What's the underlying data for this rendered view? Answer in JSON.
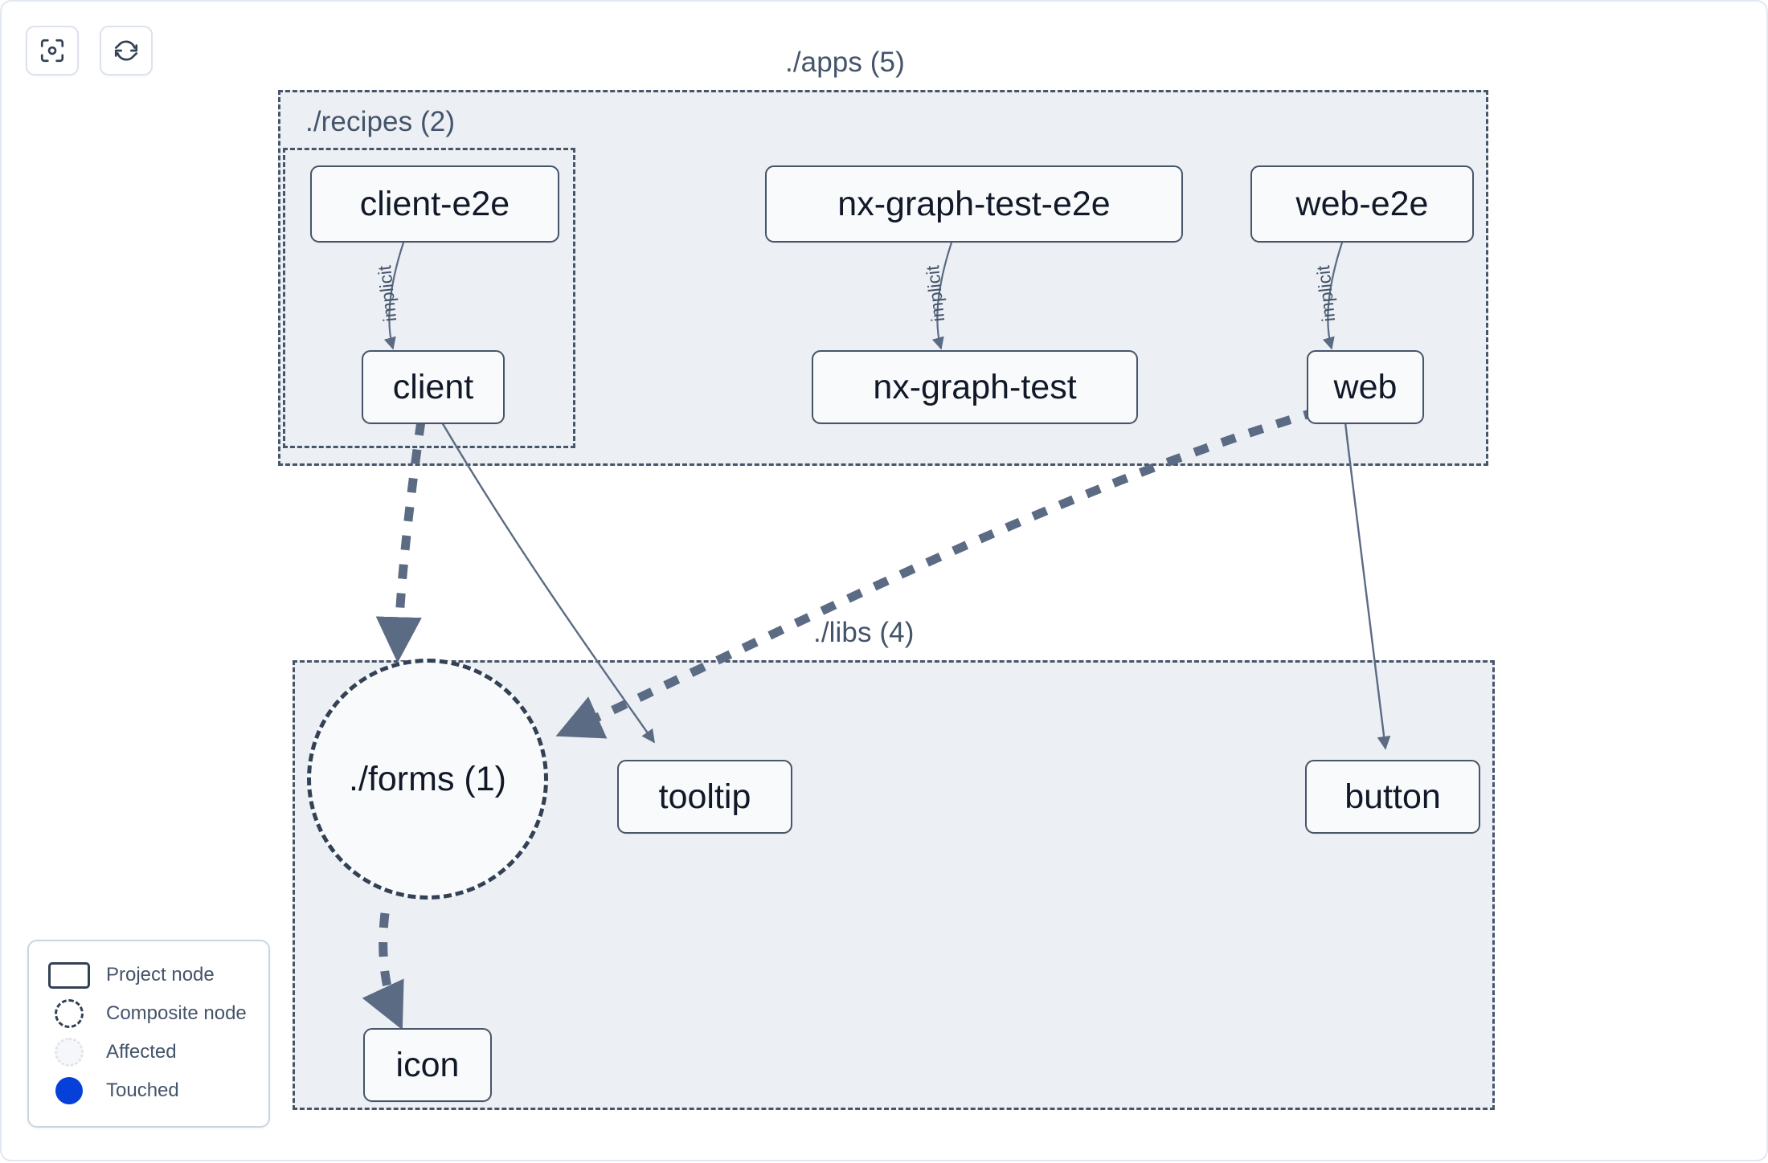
{
  "toolbar": {
    "buttons": [
      {
        "name": "focus-graph-button",
        "icon": "focus-target-icon",
        "title": "Focus graph"
      },
      {
        "name": "refresh-graph-button",
        "icon": "refresh-icon",
        "title": "Refresh graph"
      }
    ]
  },
  "graph": {
    "groups": [
      {
        "id": "apps",
        "label": "./apps (5)"
      },
      {
        "id": "recipes",
        "label": "./recipes (2)"
      },
      {
        "id": "libs",
        "label": "./libs (4)"
      }
    ],
    "nodes": [
      {
        "id": "client-e2e",
        "label": "client-e2e",
        "type": "project"
      },
      {
        "id": "nx-graph-test-e2e",
        "label": "nx-graph-test-e2e",
        "type": "project"
      },
      {
        "id": "web-e2e",
        "label": "web-e2e",
        "type": "project"
      },
      {
        "id": "client",
        "label": "client",
        "type": "project"
      },
      {
        "id": "nx-graph-test",
        "label": "nx-graph-test",
        "type": "project"
      },
      {
        "id": "web",
        "label": "web",
        "type": "project"
      },
      {
        "id": "forms",
        "label": "./forms (1)",
        "type": "composite"
      },
      {
        "id": "tooltip",
        "label": "tooltip",
        "type": "project"
      },
      {
        "id": "button",
        "label": "button",
        "type": "project"
      },
      {
        "id": "icon",
        "label": "icon",
        "type": "project"
      }
    ],
    "edges": [
      {
        "from": "client-e2e",
        "to": "client",
        "label": "implicit",
        "style": "solid"
      },
      {
        "from": "nx-graph-test-e2e",
        "to": "nx-graph-test",
        "label": "implicit",
        "style": "solid"
      },
      {
        "from": "web-e2e",
        "to": "web",
        "label": "implicit",
        "style": "solid"
      },
      {
        "from": "client",
        "to": "forms",
        "label": "",
        "style": "dashed"
      },
      {
        "from": "client",
        "to": "tooltip",
        "label": "",
        "style": "solid"
      },
      {
        "from": "web",
        "to": "forms",
        "label": "",
        "style": "dashed"
      },
      {
        "from": "web",
        "to": "button",
        "label": "",
        "style": "solid"
      },
      {
        "from": "forms",
        "to": "icon",
        "label": "",
        "style": "dashed"
      }
    ]
  },
  "legend": {
    "items": [
      {
        "glyph": "project-node-glyph",
        "label": "Project node"
      },
      {
        "glyph": "composite-node-glyph",
        "label": "Composite node"
      },
      {
        "glyph": "affected-glyph",
        "label": "Affected"
      },
      {
        "glyph": "touched-glyph",
        "label": "Touched"
      }
    ]
  },
  "colors": {
    "group_fill": "#eceff4",
    "group_border": "#475569",
    "node_fill": "#f8fafc",
    "node_border": "#475569",
    "node_text": "#111827",
    "edge": "#5b6b84",
    "label_text": "#44546a",
    "touched": "#0540d9",
    "canvas": "#ffffff"
  }
}
